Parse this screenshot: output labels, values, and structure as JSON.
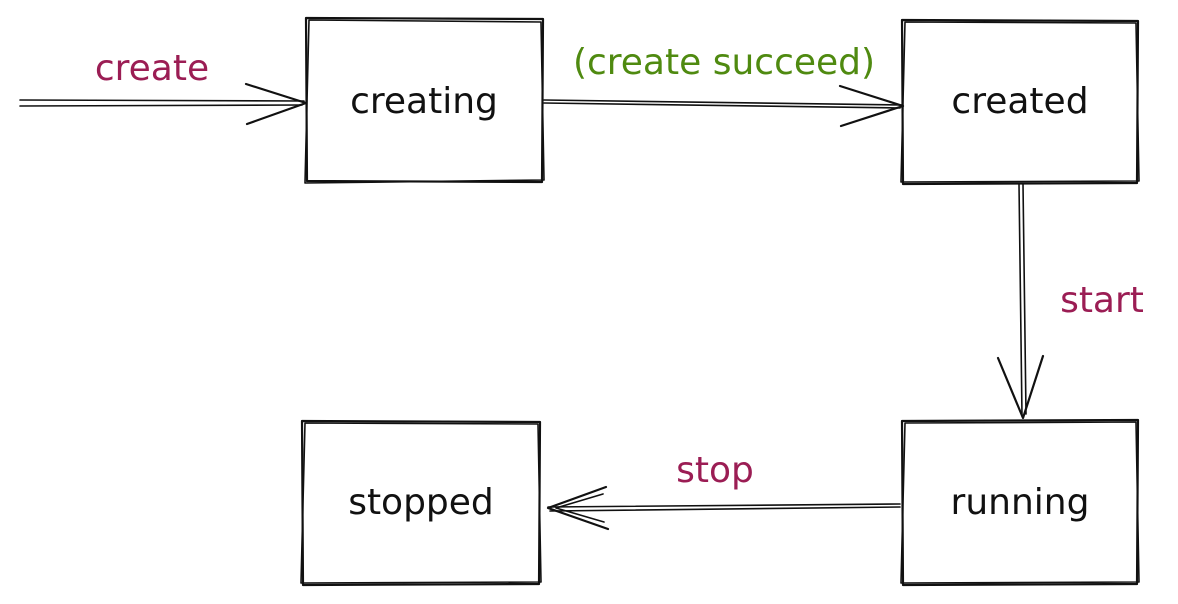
{
  "states": {
    "creating": "creating",
    "created": "created",
    "running": "running",
    "stopped": "stopped"
  },
  "transitions": {
    "create": "create",
    "create_succeed": "(create succeed)",
    "start": "start",
    "stop": "stop"
  },
  "colors": {
    "event": "#9b1d54",
    "condition": "#4f8a10",
    "stroke": "#111111"
  }
}
